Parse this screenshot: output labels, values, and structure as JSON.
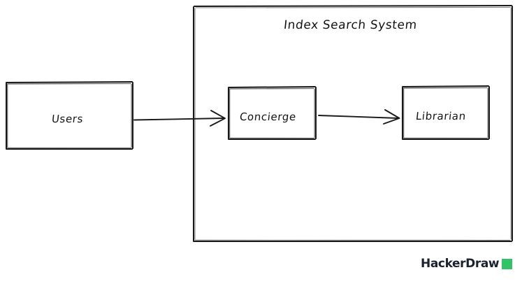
{
  "diagram": {
    "container": {
      "title": "Index Search System",
      "name": "index-search-system-boundary"
    },
    "nodes": [
      {
        "id": "users",
        "label": "Users",
        "inside_boundary": false
      },
      {
        "id": "concierge",
        "label": "Concierge",
        "inside_boundary": true
      },
      {
        "id": "librarian",
        "label": "Librarian",
        "inside_boundary": true
      }
    ],
    "edges": [
      {
        "from": "users",
        "to": "concierge",
        "label": "",
        "arrowhead": "open-chevron"
      },
      {
        "from": "concierge",
        "to": "librarian",
        "label": "",
        "arrowhead": "open-chevron"
      }
    ]
  },
  "brand": {
    "name": "HackerDraw",
    "square_color": "#32c366",
    "text_color": "#1b2130"
  },
  "style": {
    "stroke_color": "#1a1a1a",
    "background": "#ffffff"
  }
}
